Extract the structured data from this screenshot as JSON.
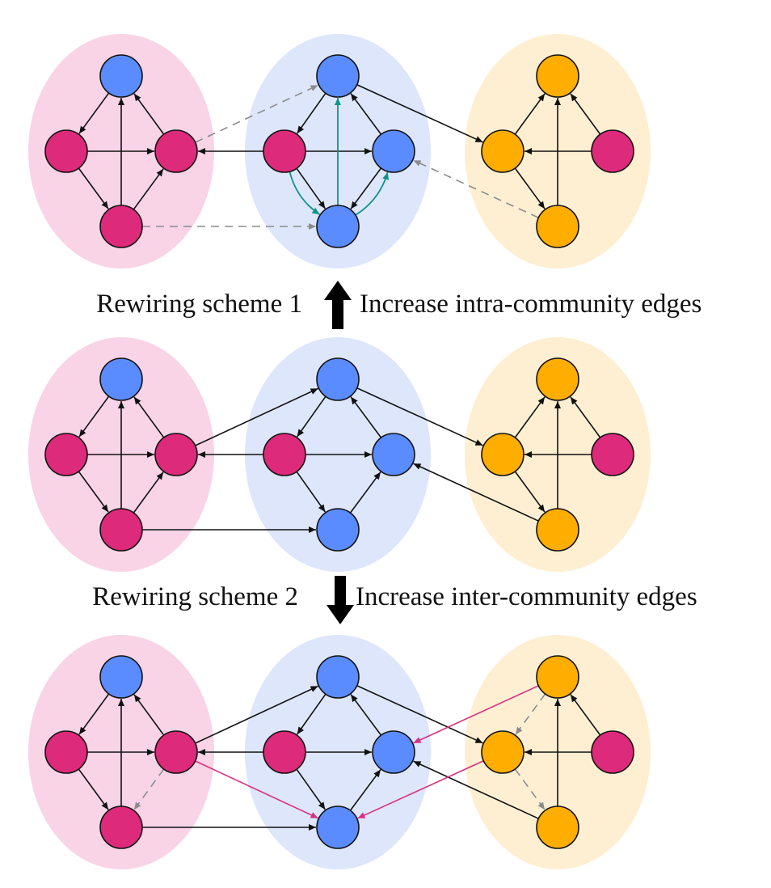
{
  "colors": {
    "magenta_node": "#dd2a7b",
    "blue_node": "#5b8cff",
    "orange_node": "#ffae00",
    "pink_community": "#f8d4e6",
    "blue_community": "#dde6fb",
    "orange_community": "#feefd3",
    "edge": "#111111",
    "removed_edge": "#8c8c8c",
    "added_intra_edge": "#0d9488",
    "added_inter_edge": "#d9307f"
  },
  "transitions": [
    {
      "direction": "up",
      "scheme_label": "Rewiring scheme 1",
      "effect_label": "Increase intra-community edges",
      "arrow_icon": "arrow-up-icon"
    },
    {
      "direction": "down",
      "scheme_label": "Rewiring scheme 2",
      "effect_label": "Increase inter-community edges",
      "arrow_icon": "arrow-down-icon"
    }
  ],
  "panels": [
    {
      "name": "rewired-intra",
      "communities": [
        "pink",
        "blue",
        "orange"
      ],
      "node_colors": {
        "P0": "blue",
        "P1": "magenta",
        "P2": "magenta",
        "P3": "magenta",
        "B0": "blue",
        "B1": "magenta",
        "B2": "blue",
        "B3": "blue",
        "O0": "orange",
        "O1": "orange",
        "O2": "magenta",
        "O3": "orange"
      },
      "edges": [
        [
          "P0",
          "P1",
          "solid"
        ],
        [
          "P2",
          "P0",
          "solid"
        ],
        [
          "P1",
          "P2",
          "solid"
        ],
        [
          "P1",
          "P3",
          "solid"
        ],
        [
          "P3",
          "P0",
          "solid"
        ],
        [
          "P3",
          "P2",
          "solid"
        ],
        [
          "B1",
          "P2",
          "solid"
        ],
        [
          "P2",
          "B0",
          "removed"
        ],
        [
          "P3",
          "B3",
          "removed"
        ],
        [
          "B0",
          "B1",
          "solid"
        ],
        [
          "B2",
          "B0",
          "solid"
        ],
        [
          "B1",
          "B2",
          "solid"
        ],
        [
          "B1",
          "B3",
          "solid"
        ],
        [
          "B2",
          "B3",
          "solid"
        ],
        [
          "B3",
          "B0",
          "intra"
        ],
        [
          "B1",
          "B3",
          "intra_curve_left"
        ],
        [
          "B3",
          "B2",
          "intra_curve_right"
        ],
        [
          "B0",
          "O1",
          "solid"
        ],
        [
          "O3",
          "B2",
          "removed"
        ],
        [
          "O1",
          "O0",
          "solid"
        ],
        [
          "O2",
          "O0",
          "solid"
        ],
        [
          "O2",
          "O1",
          "solid"
        ],
        [
          "O1",
          "O3",
          "solid"
        ],
        [
          "O3",
          "O0",
          "solid"
        ]
      ]
    },
    {
      "name": "original",
      "communities": [
        "pink",
        "blue",
        "orange"
      ],
      "node_colors": {
        "P0": "blue",
        "P1": "magenta",
        "P2": "magenta",
        "P3": "magenta",
        "B0": "blue",
        "B1": "magenta",
        "B2": "blue",
        "B3": "blue",
        "O0": "orange",
        "O1": "orange",
        "O2": "magenta",
        "O3": "orange"
      },
      "edges": [
        [
          "P0",
          "P1",
          "solid"
        ],
        [
          "P2",
          "P0",
          "solid"
        ],
        [
          "P1",
          "P2",
          "solid"
        ],
        [
          "P1",
          "P3",
          "solid"
        ],
        [
          "P3",
          "P0",
          "solid"
        ],
        [
          "P3",
          "P2",
          "solid"
        ],
        [
          "B1",
          "P2",
          "solid"
        ],
        [
          "P2",
          "B0",
          "solid"
        ],
        [
          "P3",
          "B3",
          "solid"
        ],
        [
          "B0",
          "B1",
          "solid"
        ],
        [
          "B2",
          "B0",
          "solid"
        ],
        [
          "B1",
          "B2",
          "solid"
        ],
        [
          "B1",
          "B3",
          "solid"
        ],
        [
          "B3",
          "B2",
          "solid"
        ],
        [
          "B0",
          "O1",
          "solid"
        ],
        [
          "O3",
          "B2",
          "solid"
        ],
        [
          "O1",
          "O0",
          "solid"
        ],
        [
          "O2",
          "O0",
          "solid"
        ],
        [
          "O2",
          "O1",
          "solid"
        ],
        [
          "O1",
          "O3",
          "solid"
        ],
        [
          "O3",
          "O0",
          "solid"
        ]
      ]
    },
    {
      "name": "rewired-inter",
      "communities": [
        "pink",
        "blue",
        "orange"
      ],
      "node_colors": {
        "P0": "blue",
        "P1": "magenta",
        "P2": "magenta",
        "P3": "magenta",
        "B0": "blue",
        "B1": "magenta",
        "B2": "blue",
        "B3": "blue",
        "O0": "orange",
        "O1": "orange",
        "O2": "magenta",
        "O3": "orange"
      },
      "edges": [
        [
          "P0",
          "P1",
          "solid"
        ],
        [
          "P2",
          "P0",
          "solid"
        ],
        [
          "P1",
          "P2",
          "solid"
        ],
        [
          "P1",
          "P3",
          "solid"
        ],
        [
          "P3",
          "P0",
          "solid"
        ],
        [
          "P2",
          "P3",
          "removed"
        ],
        [
          "B1",
          "P2",
          "solid"
        ],
        [
          "P2",
          "B0",
          "solid"
        ],
        [
          "P3",
          "B3",
          "solid"
        ],
        [
          "B0",
          "B1",
          "solid"
        ],
        [
          "B2",
          "B0",
          "solid"
        ],
        [
          "B1",
          "B2",
          "solid"
        ],
        [
          "B1",
          "B3",
          "solid"
        ],
        [
          "B3",
          "B2",
          "solid"
        ],
        [
          "B0",
          "O1",
          "solid"
        ],
        [
          "O3",
          "B2",
          "solid"
        ],
        [
          "P2",
          "B3",
          "inter"
        ],
        [
          "O0",
          "B2",
          "inter"
        ],
        [
          "O1",
          "B3",
          "inter"
        ],
        [
          "O0",
          "O1",
          "removed"
        ],
        [
          "O1",
          "O3",
          "removed"
        ],
        [
          "O2",
          "O0",
          "solid"
        ],
        [
          "O2",
          "O1",
          "solid"
        ],
        [
          "O3",
          "O0",
          "solid"
        ]
      ]
    }
  ]
}
